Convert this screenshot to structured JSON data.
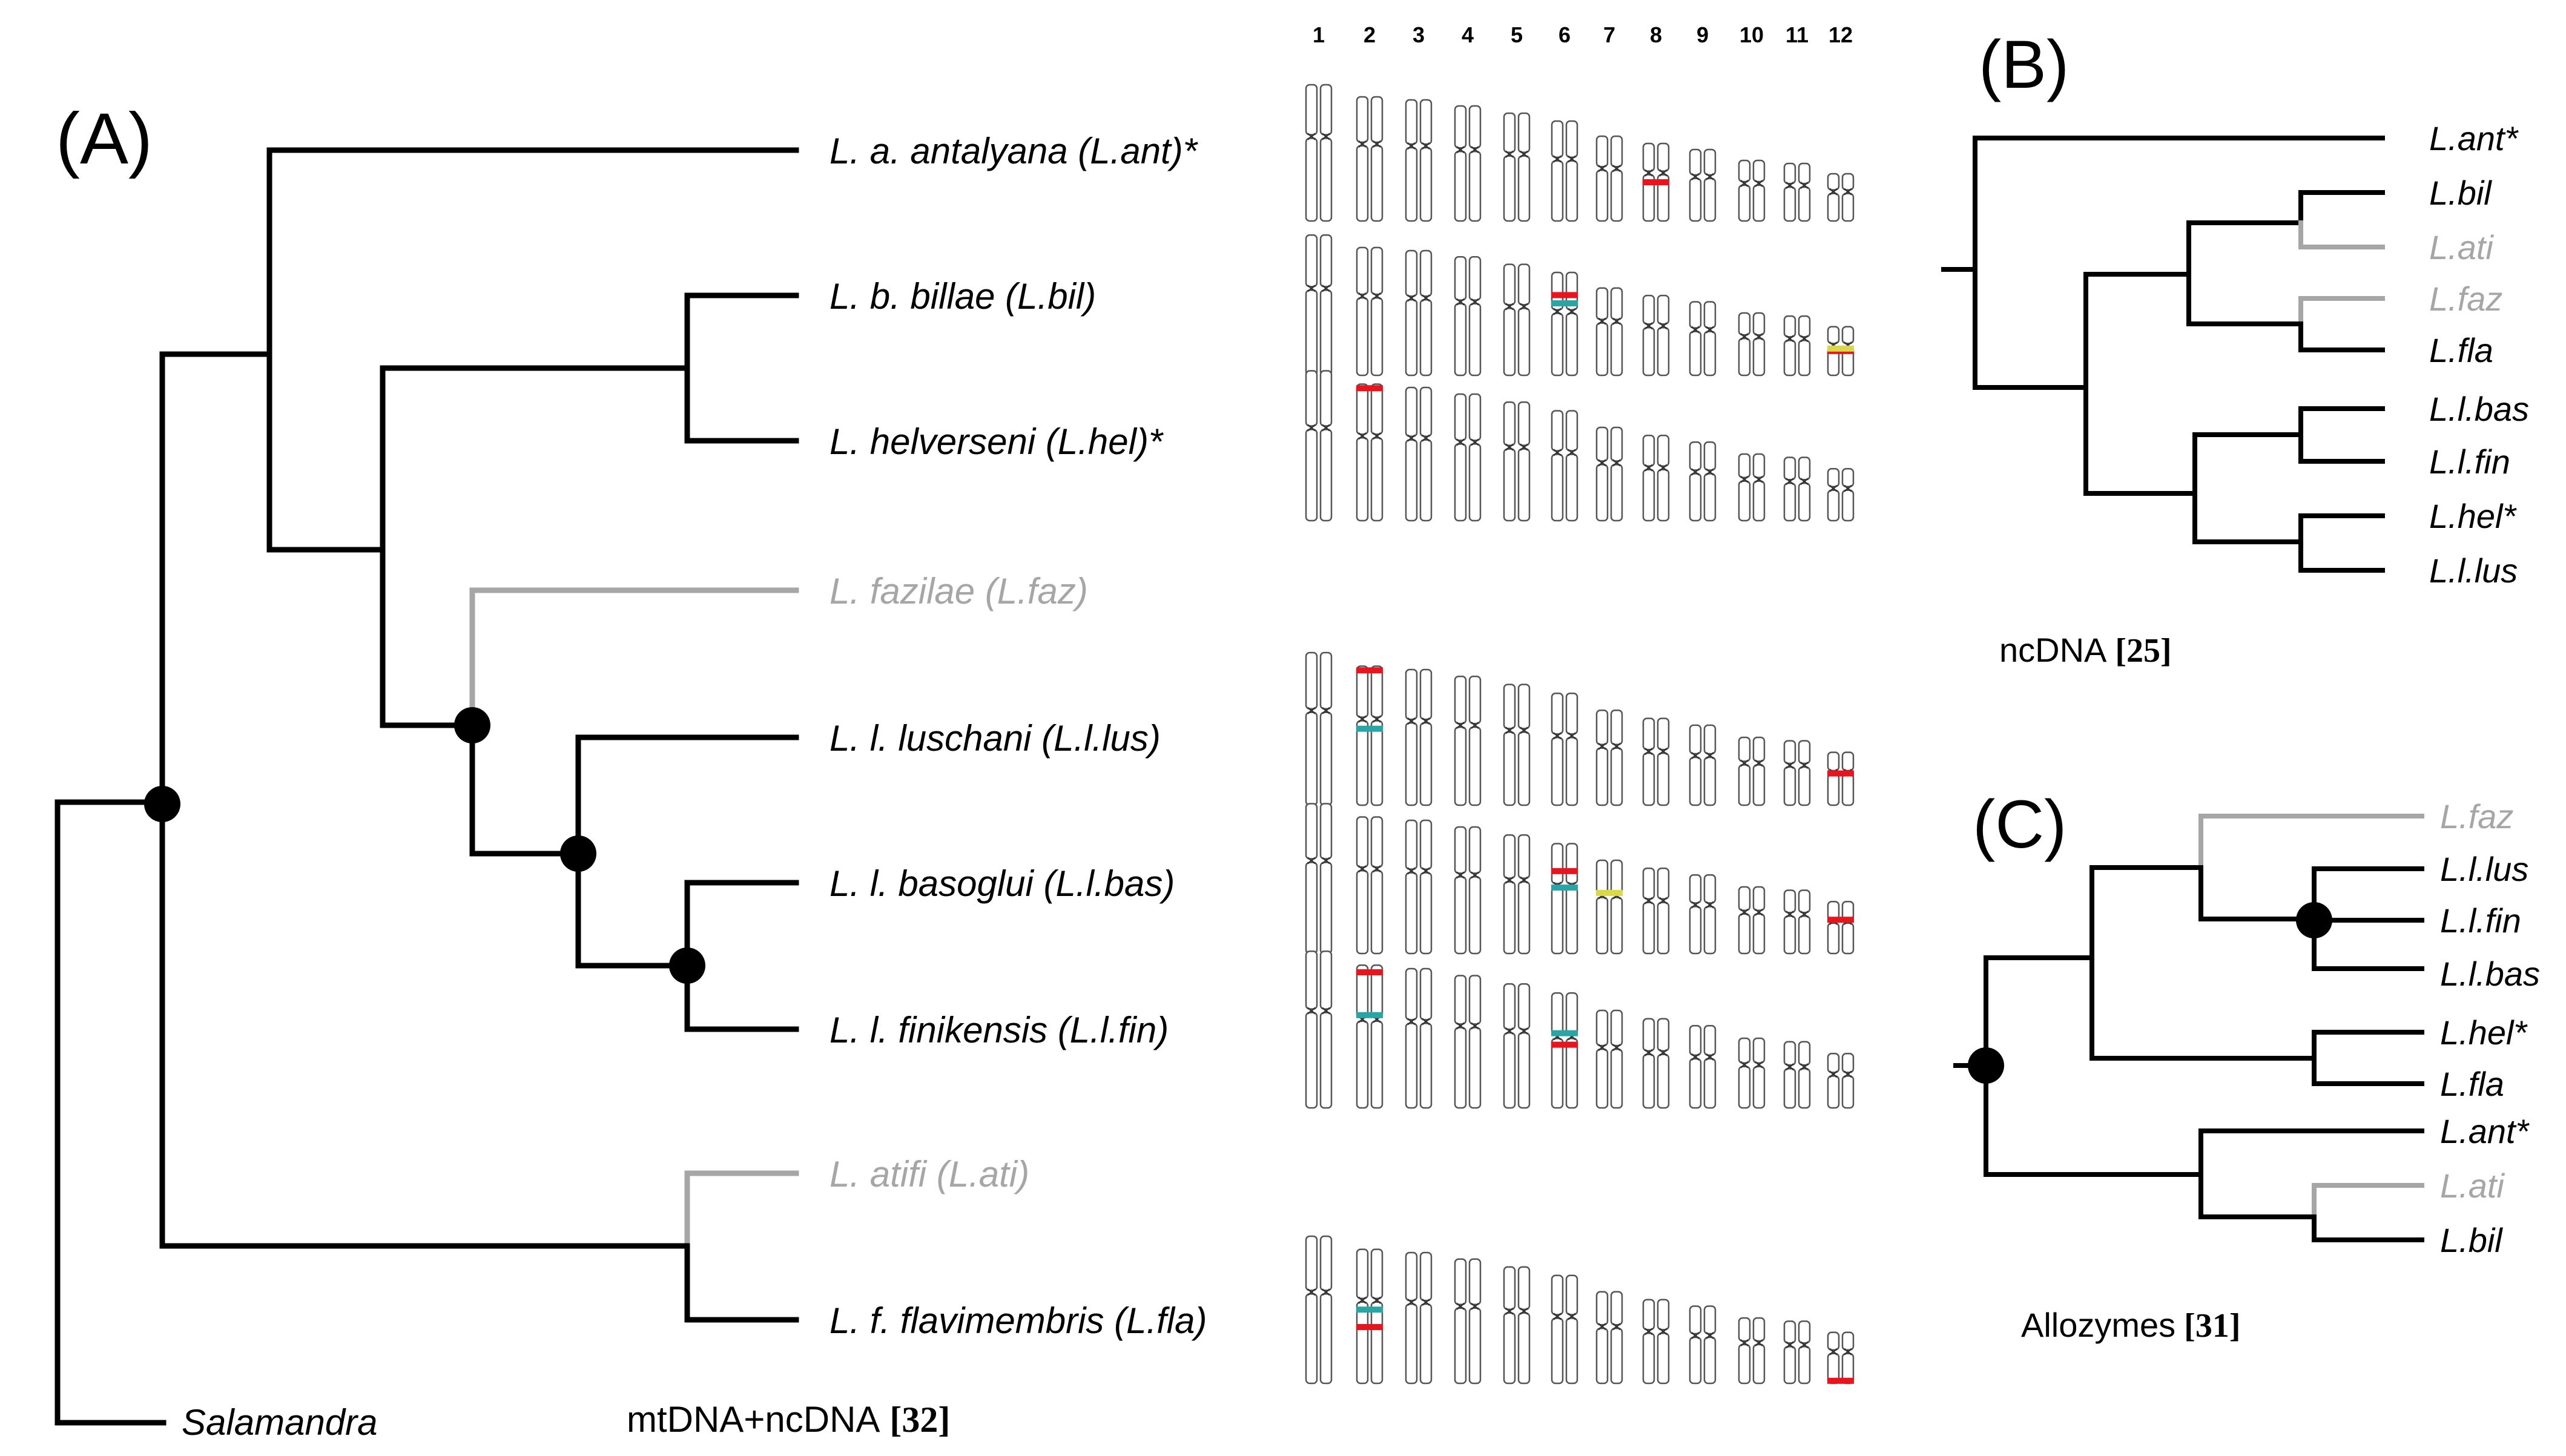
{
  "colors": {
    "black": "#000000",
    "gray": "#a6a6a6",
    "chrom": "#555555",
    "marker_red": "#e8141e",
    "marker_teal": "#2aa5a5",
    "marker_yellow": "#d8d84a"
  },
  "panel_a": {
    "letter": "(A)",
    "source": "mtDNA+ncDNA",
    "ref": "[32]",
    "chromosome_numbers": [
      "1",
      "2",
      "3",
      "4",
      "5",
      "6",
      "7",
      "8",
      "9",
      "10",
      "11",
      "12"
    ],
    "taxa": [
      {
        "label": "L. a. antalyana (L.ant)*",
        "gray": false
      },
      {
        "label": "L. b. billae (L.bil)",
        "gray": false
      },
      {
        "label": "L. helverseni (L.hel)*",
        "gray": false
      },
      {
        "label": "L. fazilae (L.faz)",
        "gray": true
      },
      {
        "label": "L. l. luschani (L.l.lus)",
        "gray": false
      },
      {
        "label": "L. l. basoglui (L.l.bas)",
        "gray": false
      },
      {
        "label": "L. l. finikensis (L.l.fin)",
        "gray": false
      },
      {
        "label": "L. atifi (L.ati)",
        "gray": true
      },
      {
        "label": "L. f. flavimembris (L.fla)",
        "gray": false
      }
    ],
    "outgroup": "Salamandra"
  },
  "panel_b": {
    "letter": "(B)",
    "source": "ncDNA",
    "ref": "[25]",
    "taxa": [
      {
        "label": "L.ant*",
        "gray": false
      },
      {
        "label": "L.bil",
        "gray": false
      },
      {
        "label": "L.ati",
        "gray": true
      },
      {
        "label": "L.faz",
        "gray": true
      },
      {
        "label": "L.fla",
        "gray": false
      },
      {
        "label": "L.l.bas",
        "gray": false
      },
      {
        "label": "L.l.fin",
        "gray": false
      },
      {
        "label": "L.hel*",
        "gray": false
      },
      {
        "label": "L.l.lus",
        "gray": false
      }
    ]
  },
  "panel_c": {
    "letter": "(C)",
    "source": "Allozymes",
    "ref": "[31]",
    "taxa": [
      {
        "label": "L.faz",
        "gray": true
      },
      {
        "label": "L.l.lus",
        "gray": false
      },
      {
        "label": "L.l.fin",
        "gray": false
      },
      {
        "label": "L.l.bas",
        "gray": false
      },
      {
        "label": "L.hel*",
        "gray": false
      },
      {
        "label": "L.fla",
        "gray": false
      },
      {
        "label": "L.ant*",
        "gray": false
      },
      {
        "label": "L.ati",
        "gray": true
      },
      {
        "label": "L.bil",
        "gray": false
      }
    ]
  }
}
